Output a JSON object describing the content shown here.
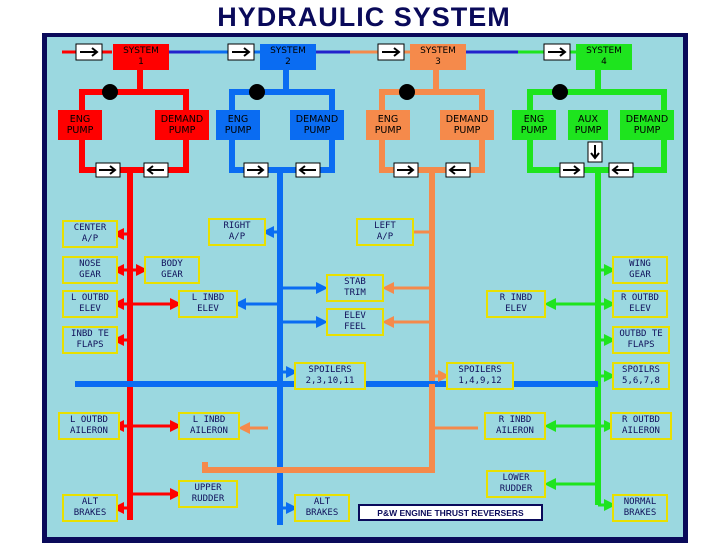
{
  "title": "HYDRAULIC SYSTEM",
  "colors": {
    "sys1": "#ff0000",
    "sys2": "#0a6cf2",
    "sys3": "#f58a4b",
    "sys4": "#1ee41e",
    "panel": "#9bd8e0",
    "frame": "#0a0a5a",
    "box_border": "#e8e000",
    "supply_line": "#2222cc"
  },
  "systems": [
    {
      "id": "sys1",
      "label": "SYSTEM\n1",
      "pumps": [
        "ENG\nPUMP",
        "DEMAND\nPUMP"
      ]
    },
    {
      "id": "sys2",
      "label": "SYSTEM\n2",
      "pumps": [
        "ENG\nPUMP",
        "DEMAND\nPUMP"
      ]
    },
    {
      "id": "sys3",
      "label": "SYSTEM\n3",
      "pumps": [
        "ENG\nPUMP",
        "DEMAND\nPUMP"
      ]
    },
    {
      "id": "sys4",
      "label": "SYSTEM\n4",
      "pumps": [
        "ENG\nPUMP",
        "AUX\nPUMP",
        "DEMAND\nPUMP"
      ]
    }
  ],
  "components": {
    "center_ap": "CENTER\nA/P",
    "nose_gear": "NOSE\nGEAR",
    "body_gear": "BODY\nGEAR",
    "l_outbd_elev": "L OUTBD\nELEV",
    "inbd_te_flaps": "INBD TE\nFLAPS",
    "l_outbd_aileron": "L OUTBD\nAILERON",
    "alt_brakes_1": "ALT\nBRAKES",
    "right_ap": "RIGHT\nA/P",
    "l_inbd_elev": "L INBD\nELEV",
    "l_inbd_aileron": "L INBD\nAILERON",
    "upper_rudder": "UPPER\nRUDDER",
    "alt_brakes_2": "ALT\nBRAKES",
    "left_ap": "LEFT\nA/P",
    "stab_trim": "STAB\nTRIM",
    "elev_feel": "ELEV\nFEEL",
    "spoilers_2": "SPOILERS\n2,3,10,11",
    "spoilers_3": "SPOILERS\n1,4,9,12",
    "r_inbd_elev": "R INBD\nELEV",
    "r_inbd_aileron": "R INBD\nAILERON",
    "lower_rudder": "LOWER\nRUDDER",
    "wing_gear": "WING\nGEAR",
    "r_outbd_elev": "R OUTBD\nELEV",
    "outbd_te_flaps": "OUTBD TE\nFLAPS",
    "spoilers_4": "SPOILRS\n5,6,7,8",
    "r_outbd_aileron": "R OUTBD\nAILERON",
    "normal_brakes": "NORMAL\nBRAKES"
  },
  "note": "P&W ENGINE THRUST REVERSERS"
}
